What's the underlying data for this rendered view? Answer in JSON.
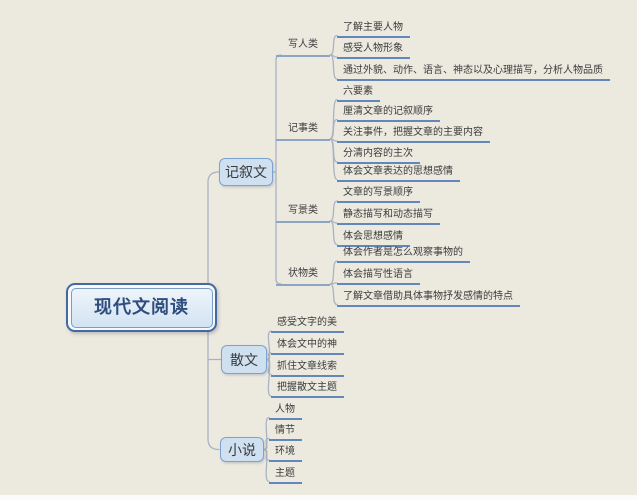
{
  "root": {
    "label": "现代文阅读"
  },
  "branches": [
    {
      "label": "记叙文",
      "groups": [
        {
          "label": "写人类",
          "leaves": [
            "了解主要人物",
            "感受人物形象",
            "通过外貌、动作、语言、神态以及心理描写，分析人物品质"
          ]
        },
        {
          "label": "记事类",
          "leaves": [
            "六要素",
            "厘清文章的记叙顺序",
            "关注事件，把握文章的主要内容",
            "分清内容的主次",
            "体会文章表达的思想感情"
          ]
        },
        {
          "label": "写景类",
          "leaves": [
            "文章的写景顺序",
            "静态描写和动态描写",
            "体会思想感情"
          ]
        },
        {
          "label": "状物类",
          "leaves": [
            "体会作者是怎么观察事物的",
            "体会描写性语言",
            "了解文章借助具体事物抒发感情的特点"
          ]
        }
      ]
    },
    {
      "label": "散文",
      "leaves": [
        "感受文字的美",
        "体会文中的神",
        "抓住文章线索",
        "把握散文主题"
      ]
    },
    {
      "label": "小说",
      "leaves": [
        "人物",
        "情节",
        "环境",
        "主题"
      ]
    }
  ],
  "colors": {
    "background": "#ECE9DF",
    "node_fill": "#CFE0F1",
    "node_border": "#7BA3D0",
    "root_border": "#44699F",
    "root_text": "#2F4E7E",
    "leaf_underline": "#6287BA",
    "group_underline": "#8CA5C3",
    "connector": "#A9B3C2",
    "text": "#3C3C3C"
  }
}
